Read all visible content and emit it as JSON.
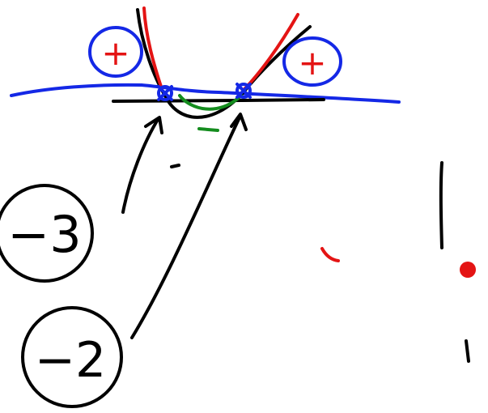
{
  "canvas": {
    "background": "#ffffff"
  },
  "colors": {
    "ink_black": "#000000",
    "ink_blue": "#1428e6",
    "ink_red": "#e41414",
    "ink_green": "#148c1e"
  },
  "handwriting": {
    "positive_sign": "+",
    "negative_sign": "−",
    "root_left": "−3",
    "root_right": "−2"
  },
  "pointer": {
    "icon": "red-dot-cursor"
  }
}
